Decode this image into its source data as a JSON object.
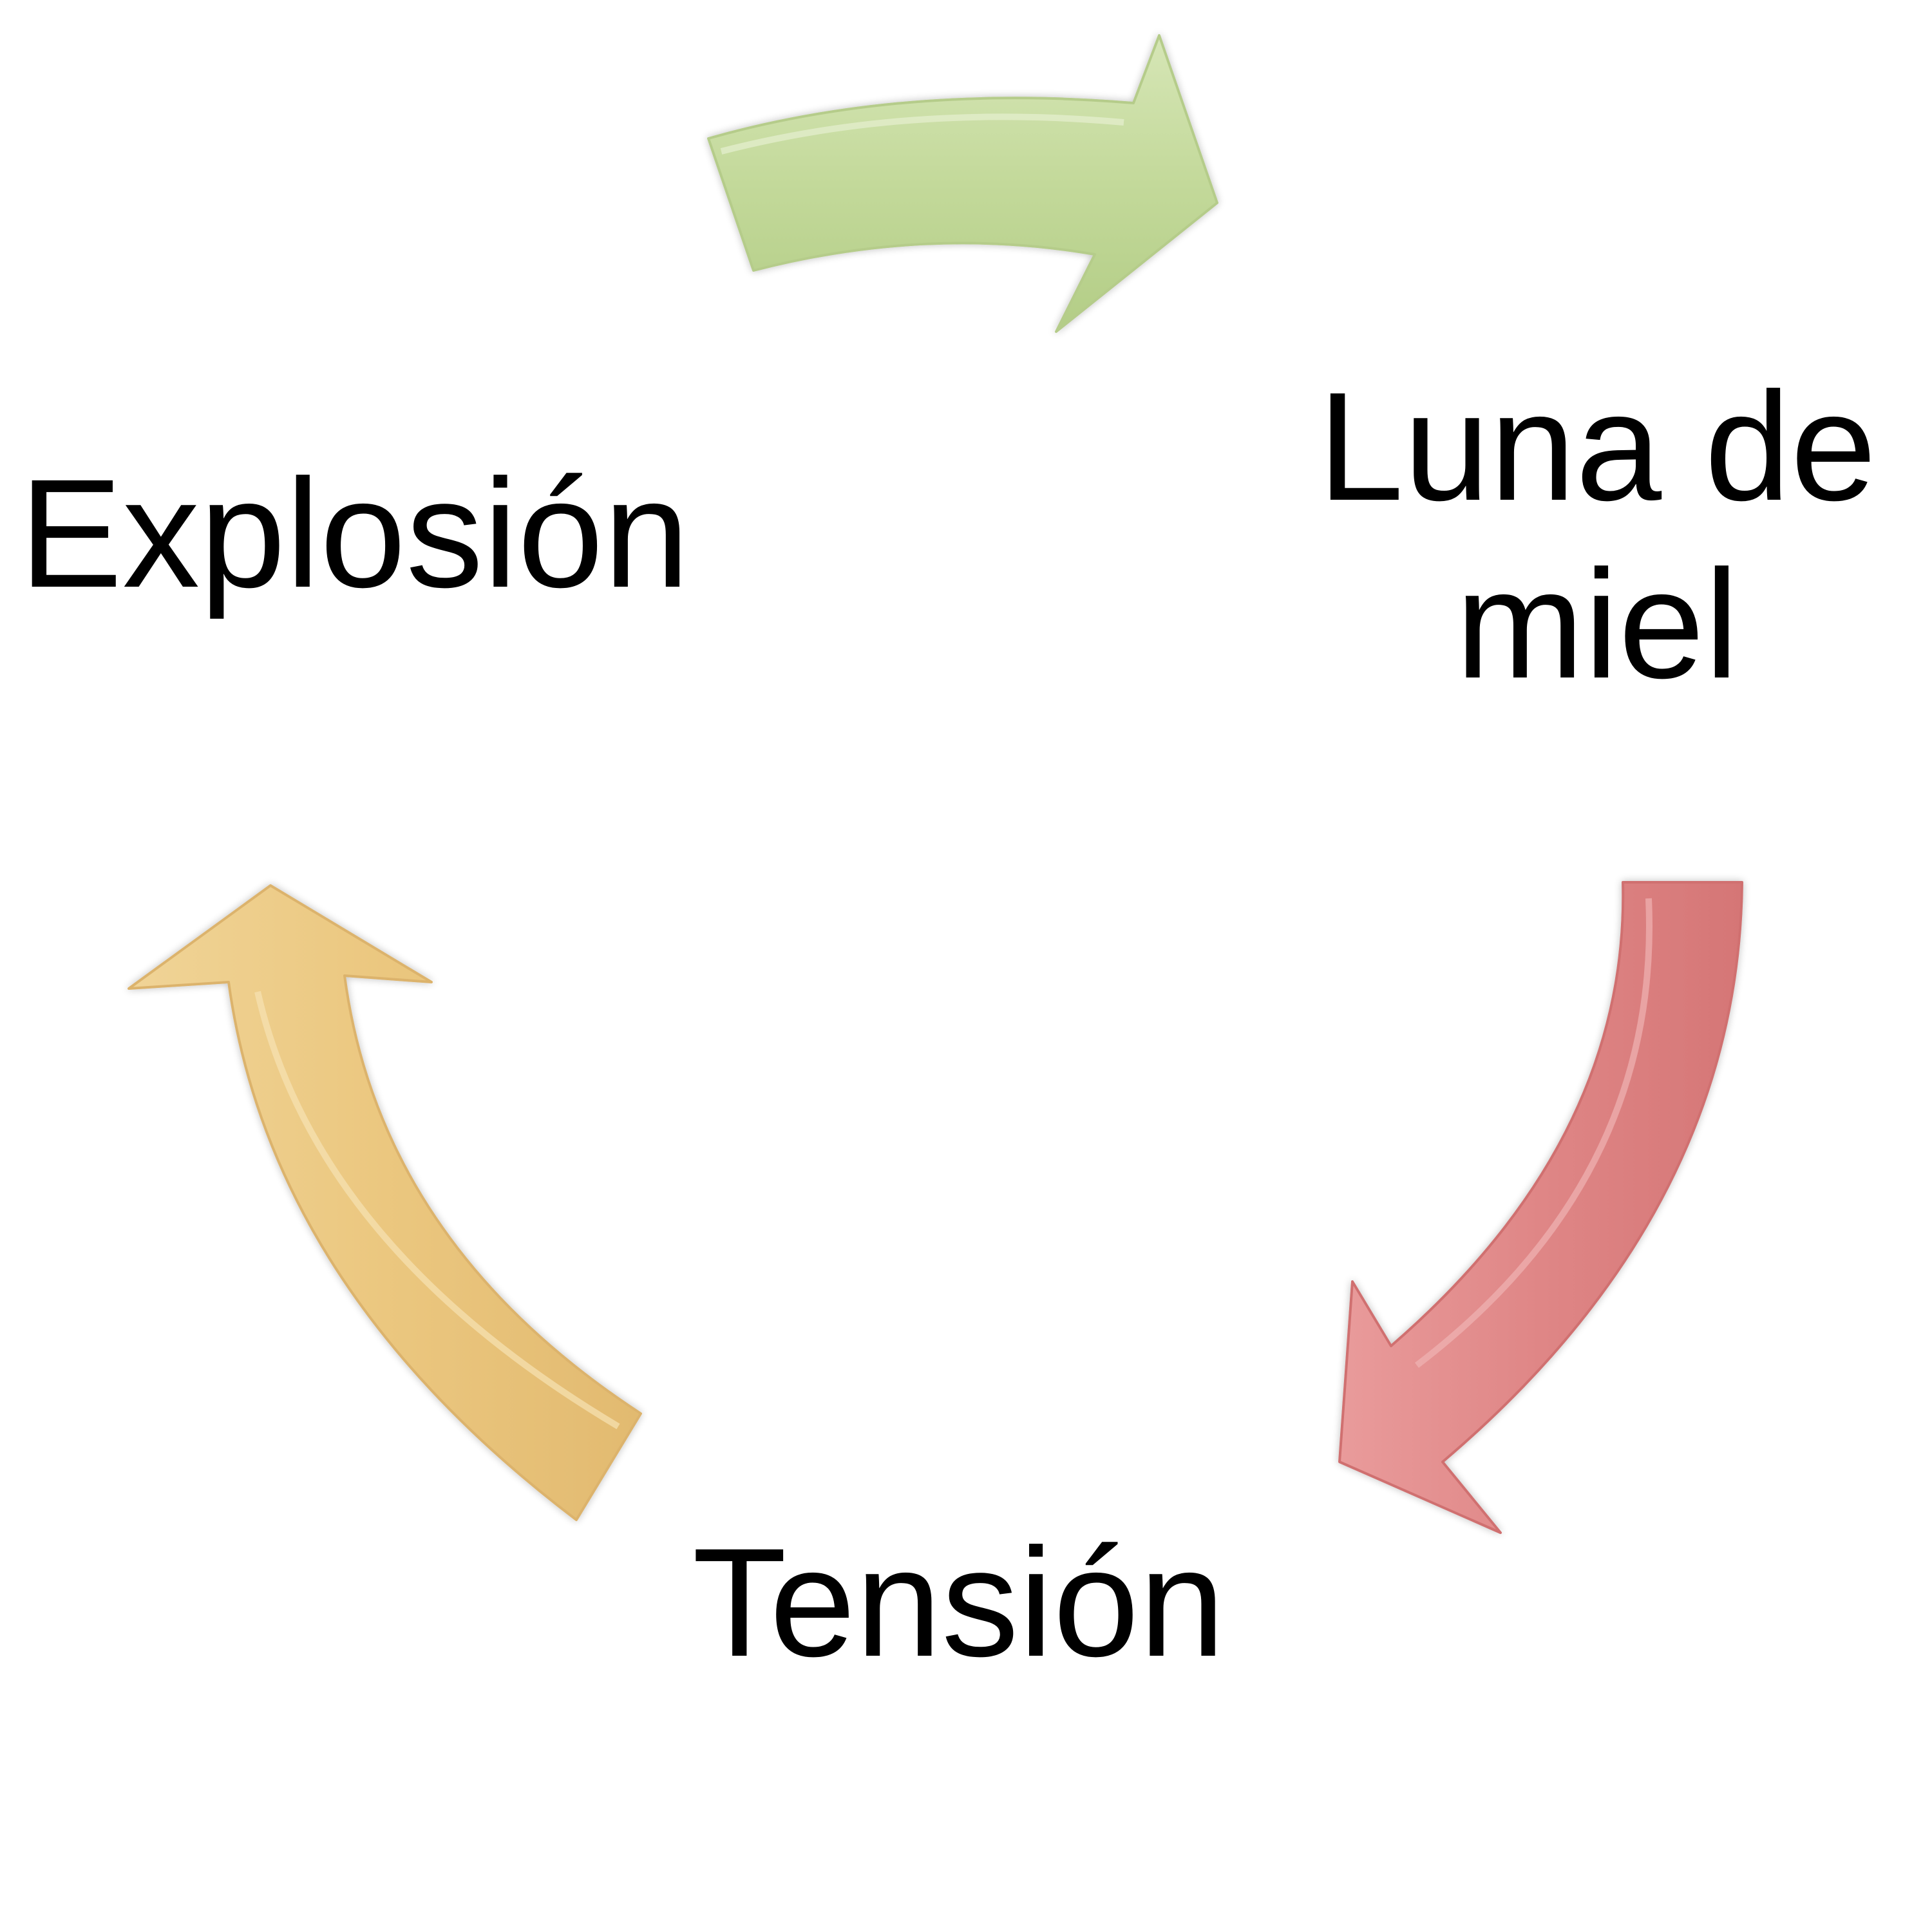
{
  "cycle": {
    "stages": [
      {
        "label": "Explosión"
      },
      {
        "label_line1": "Luna de",
        "label_line2": "miel"
      },
      {
        "label": "Tensión"
      }
    ]
  },
  "arrows": [
    {
      "from": "Explosión",
      "to": "Luna de miel",
      "color": "#c8dca0"
    },
    {
      "from": "Luna de miel",
      "to": "Tensión",
      "color": "#e08a8a"
    },
    {
      "from": "Tensión",
      "to": "Explosión",
      "color": "#eecb85"
    }
  ]
}
